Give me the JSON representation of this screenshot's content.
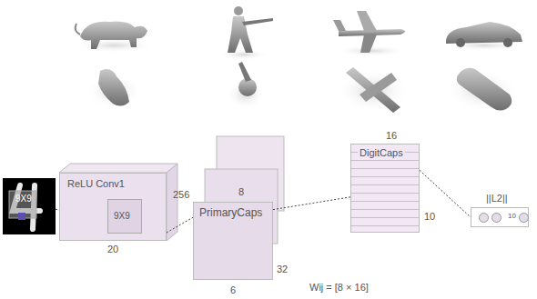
{
  "diagram": {
    "nodes": [
      {
        "text": [
          "9X9"
        ]
      },
      {
        "text": [
          "ReLU Conv1"
        ]
      },
      {
        "text": [
          "9X9"
        ],
        "in": 1
      },
      {
        "text": [
          "PrimaryCaps"
        ]
      },
      {
        "text": [
          "DigitCaps"
        ]
      },
      {
        "text": [
          "||L2||",
          "10"
        ]
      }
    ],
    "edges": [
      {
        "from": 0,
        "to": 1,
        "arrow": "none"
      },
      {
        "from": 1,
        "to": 3,
        "arrow": "none"
      },
      {
        "from": 3,
        "to": 4,
        "arrow": "none"
      },
      {
        "from": 4,
        "to": 5,
        "arrow": "none"
      }
    ],
    "labels": [
      "256",
      "20",
      "8",
      "32",
      "6",
      "Wij = [8 × 16]",
      "16",
      "10"
    ]
  }
}
